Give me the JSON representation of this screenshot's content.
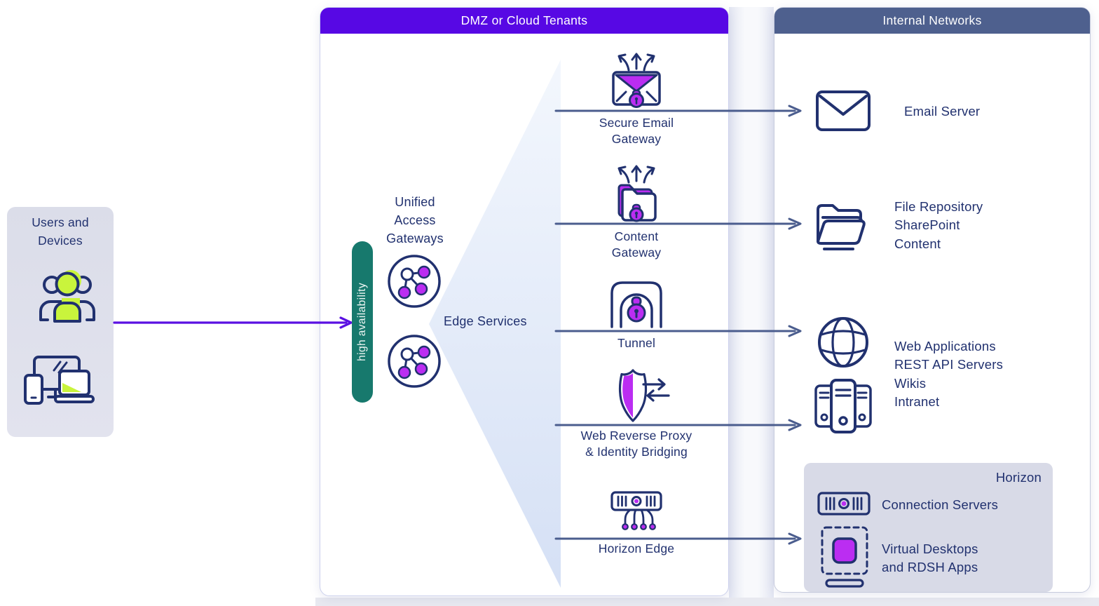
{
  "colors": {
    "navy_text": "#21316f",
    "dmz_header_bg": "#5708e4",
    "internal_header_bg": "#4e608e",
    "flow_arrow": "#4b5d8e",
    "main_arrow_purple": "#5a10e2",
    "high_availability_teal": "#17796d",
    "lime_accent": "#c9f43c",
    "purple_accent": "#bb2df2",
    "beam_blue": "#d6e1f6",
    "users_box_bg": "#dcdee9",
    "horizon_box_bg": "#d8dae7"
  },
  "left_panel": {
    "title": "Users and\nDevices",
    "icons": [
      "users-group-icon",
      "devices-icon"
    ]
  },
  "flow": {
    "ha_label": "high availability",
    "uag_title": "Unified\nAccess\nGateways",
    "edge_services_label": "Edge Services"
  },
  "dmz": {
    "header": "DMZ or Cloud Tenants",
    "services": [
      {
        "label": "Secure Email\nGateway",
        "icon": "secure-email-gateway-icon"
      },
      {
        "label": "Content\nGateway",
        "icon": "content-gateway-icon"
      },
      {
        "label": "Tunnel",
        "icon": "tunnel-icon"
      },
      {
        "label": "Web Reverse Proxy\n& Identity Bridging",
        "icon": "web-reverse-proxy-icon"
      },
      {
        "label": "Horizon Edge",
        "icon": "horizon-edge-icon"
      }
    ]
  },
  "internal": {
    "header": "Internal Networks",
    "email_label": "Email Server",
    "files_label": "File Repository\nSharePoint\nContent",
    "web_label": "Web Applications\nREST API Servers\nWikis\nIntranet",
    "horizon": {
      "title": "Horizon",
      "connection_label": "Connection Servers",
      "vd_label": "Virtual Desktops\nand RDSH Apps"
    }
  }
}
